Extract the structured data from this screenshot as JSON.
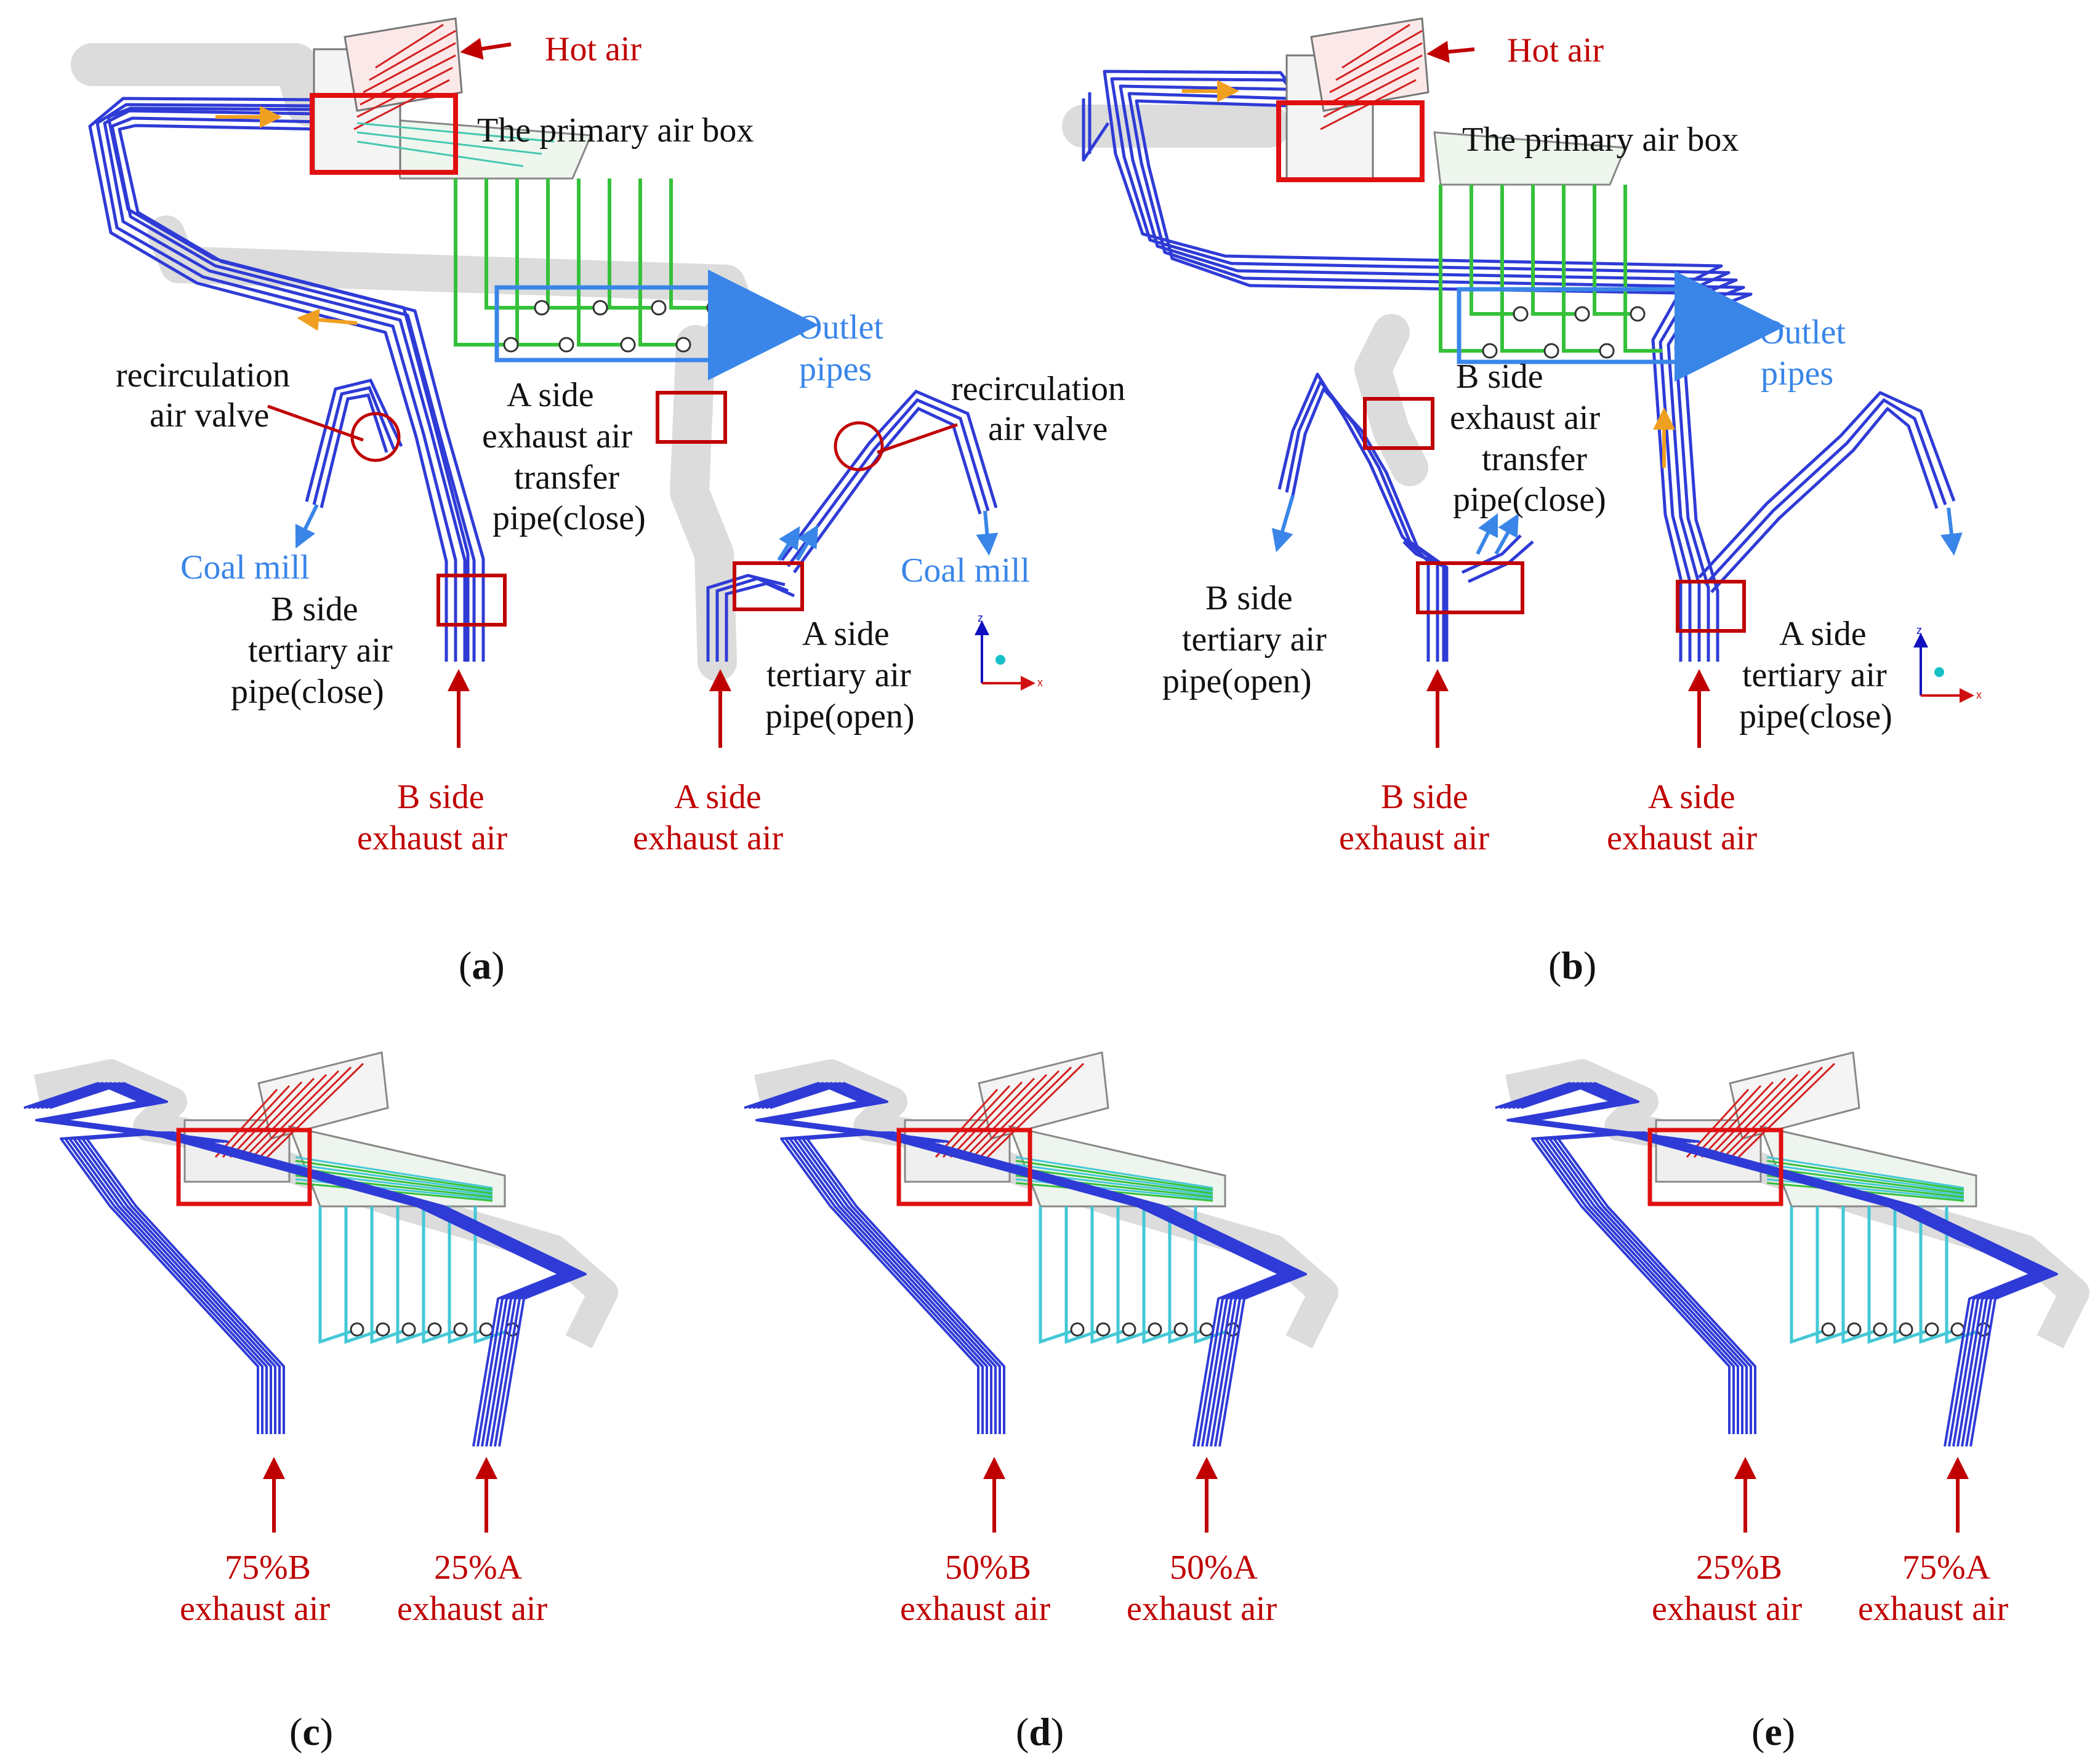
{
  "colors": {
    "hot_air": "#c00000",
    "flow_blue": "#2f3bd6",
    "flow_green": "#35c13a",
    "flow_cyan": "#43c8d6",
    "label_blue": "#3a86e8",
    "highlight_red": "#e01010",
    "pipe_gray": "#d9d9d9",
    "arrow_orange": "#f0a020"
  },
  "icons": [
    "flow-arrow-icon",
    "coordinate-axes-icon",
    "valve-icon"
  ],
  "panel_a": {
    "caption_letter": "a",
    "hot_air": "Hot air",
    "air_box": "The primary air box",
    "outlet": [
      "Outlet",
      "pipes"
    ],
    "recirc_left": [
      "recirculation",
      "air valve"
    ],
    "recirc_right": [
      "recirculation",
      "air valve"
    ],
    "coal_mill_left": "Coal mill",
    "coal_mill_right": "Coal mill",
    "transfer": [
      "A side",
      "exhaust air",
      "transfer",
      "pipe(close)"
    ],
    "b_tertiary": [
      "B side",
      "tertiary air",
      "pipe(close)"
    ],
    "a_tertiary": [
      "A side",
      "tertiary air",
      "pipe(open)"
    ],
    "b_exhaust": [
      "B side",
      "exhaust air"
    ],
    "a_exhaust": [
      "A side",
      "exhaust air"
    ],
    "axis_z": "z",
    "axis_x": "x"
  },
  "panel_b": {
    "caption_letter": "b",
    "hot_air": "Hot air",
    "air_box": "The primary air box",
    "outlet": [
      "Outlet",
      "pipes"
    ],
    "transfer": [
      "B side",
      "exhaust air",
      "transfer",
      "pipe(close)"
    ],
    "b_tertiary": [
      "B side",
      "tertiary air",
      "pipe(open)"
    ],
    "a_tertiary": [
      "A side",
      "tertiary air",
      "pipe(close)"
    ],
    "b_exhaust": [
      "B side",
      "exhaust air"
    ],
    "a_exhaust": [
      "A side",
      "exhaust air"
    ],
    "axis_z": "z",
    "axis_x": "x"
  },
  "panel_c": {
    "caption_letter": "c",
    "left": [
      "75%B",
      "exhaust air"
    ],
    "right": [
      "25%A",
      "exhaust air"
    ]
  },
  "panel_d": {
    "caption_letter": "d",
    "left": [
      "50%B",
      "exhaust air"
    ],
    "right": [
      "50%A",
      "exhaust air"
    ]
  },
  "panel_e": {
    "caption_letter": "e",
    "left": [
      "25%B",
      "exhaust air"
    ],
    "right": [
      "75%A",
      "exhaust air"
    ]
  }
}
